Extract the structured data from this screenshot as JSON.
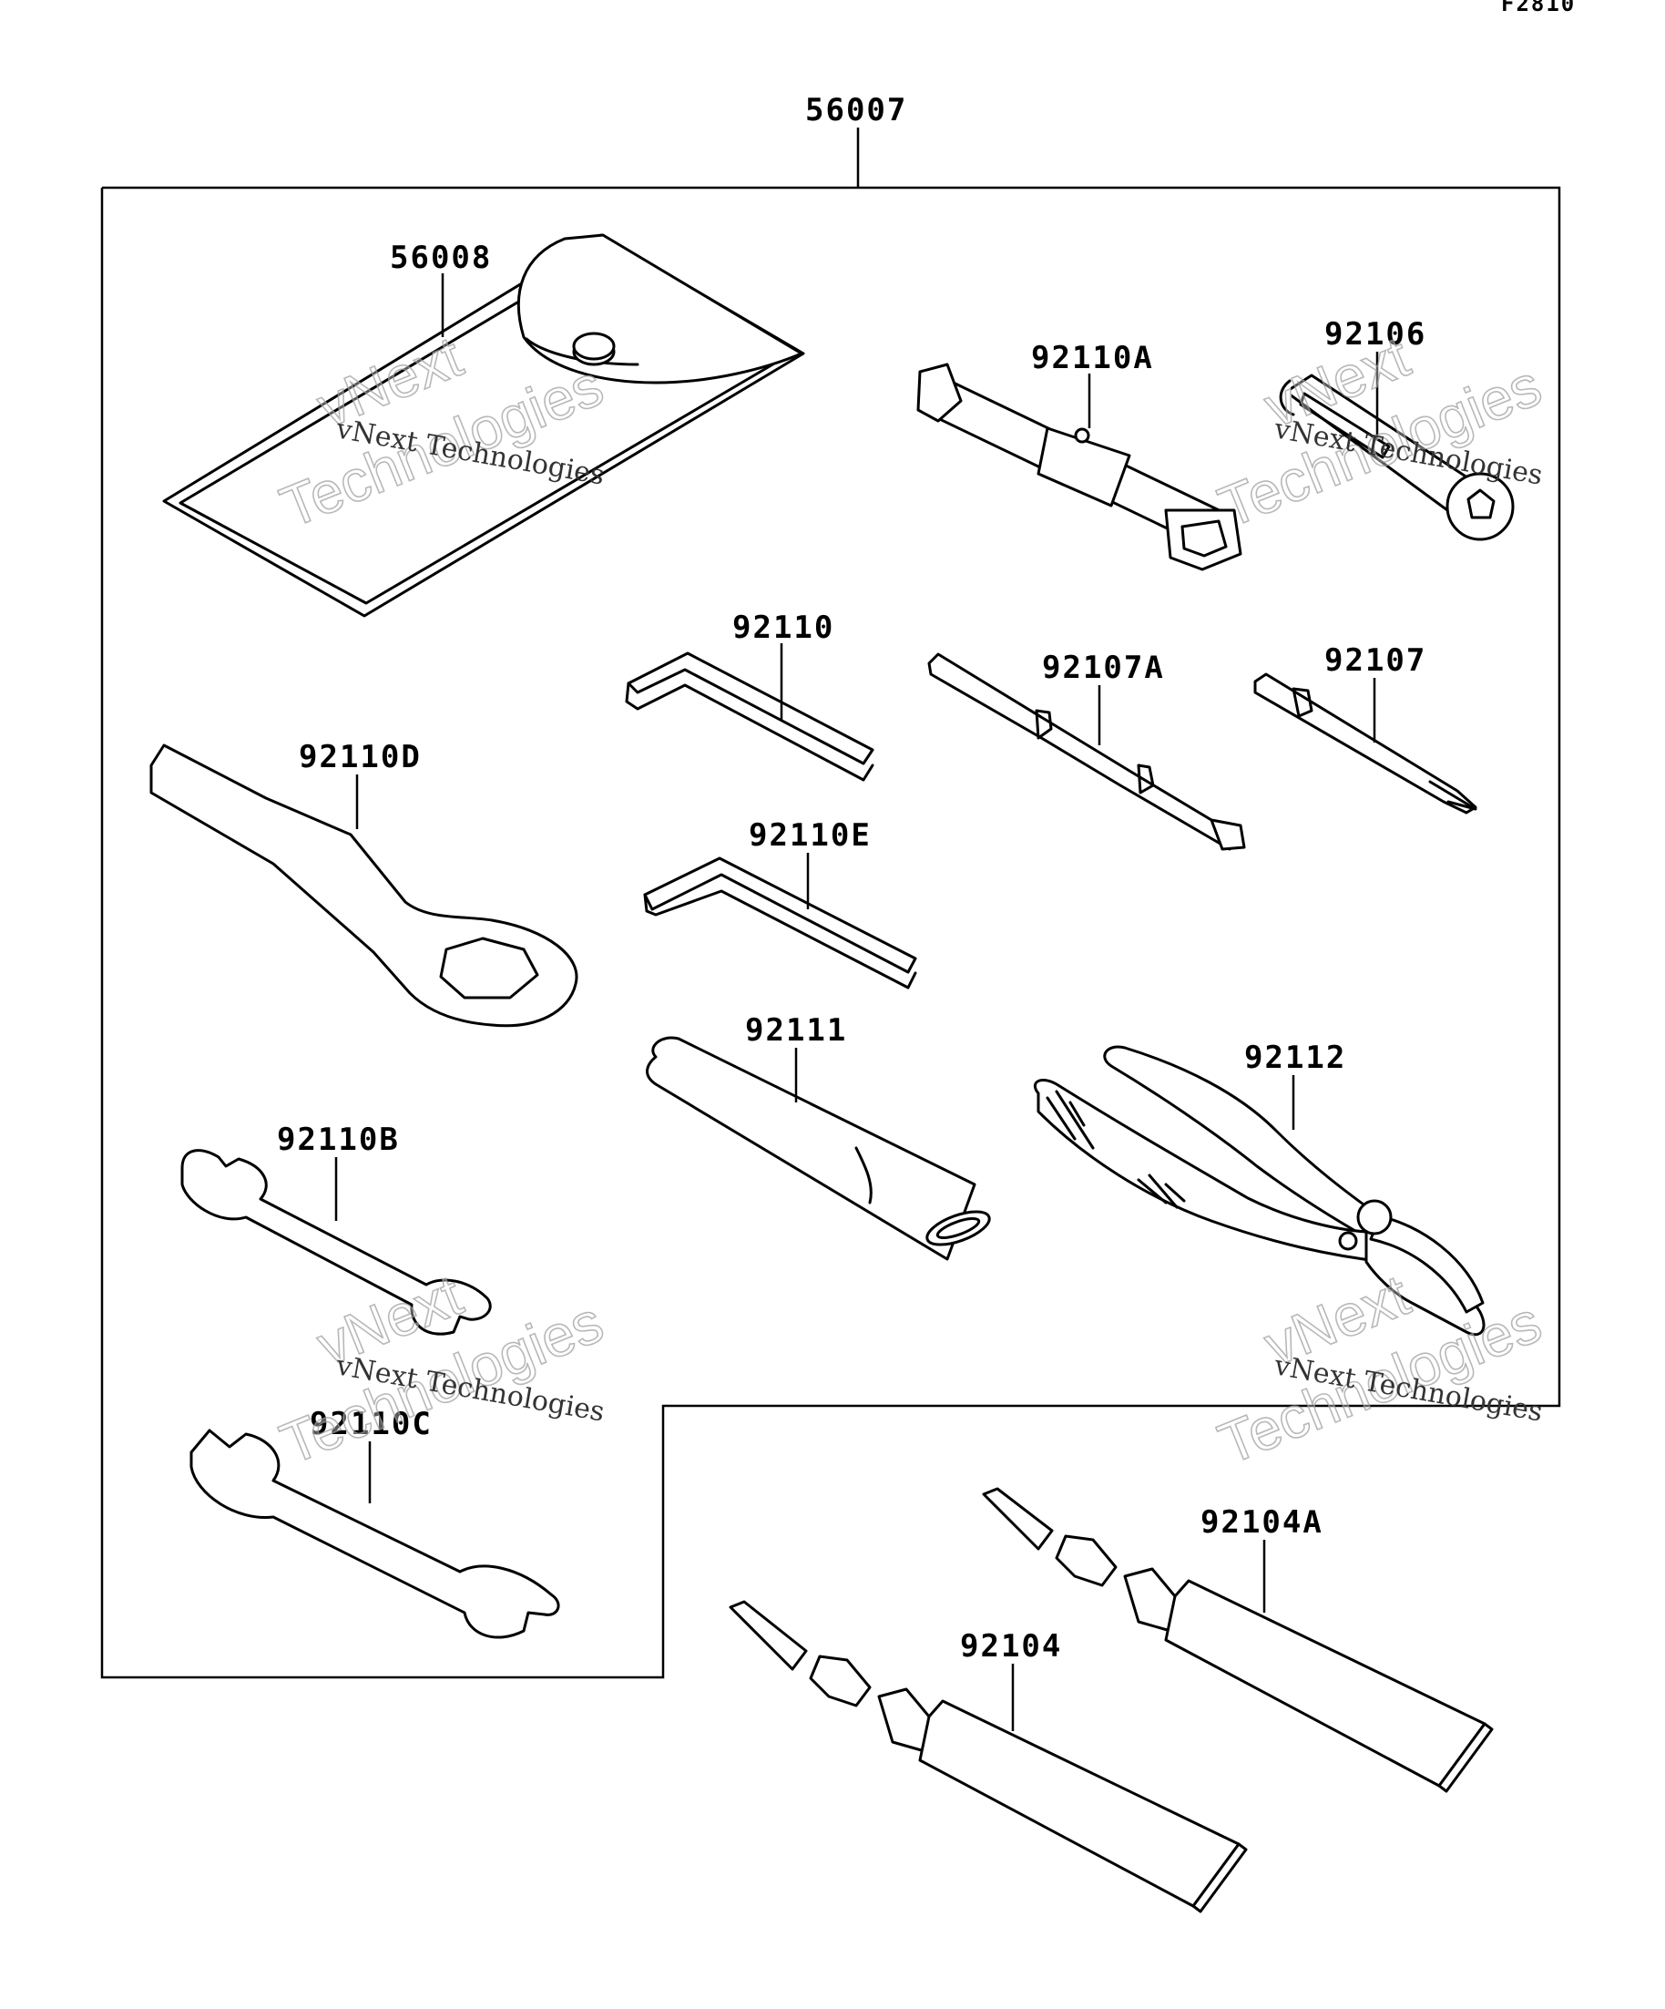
{
  "figure_code": "F2810",
  "parts": {
    "tool_kit": "56007",
    "tool_bag": "56008",
    "spark_plug_wrench_handle": "92110A",
    "spark_plug_socket": "92106",
    "hex_wrench_large": "92110",
    "screwdriver_bit_double": "92107A",
    "screwdriver_bit": "92107",
    "ring_wrench": "92110D",
    "hex_wrench_small": "92110E",
    "handle_bar": "92111",
    "pliers": "92112",
    "open_wrench_small": "92110B",
    "open_wrench_large": "92110C",
    "grease_tube_a": "92104A",
    "grease_tube": "92104"
  },
  "watermark": {
    "caption": "vNext Technologies",
    "line1": "vNext",
    "line2": "Technologies"
  },
  "colors": {
    "line": "#000000",
    "background": "#ffffff"
  }
}
